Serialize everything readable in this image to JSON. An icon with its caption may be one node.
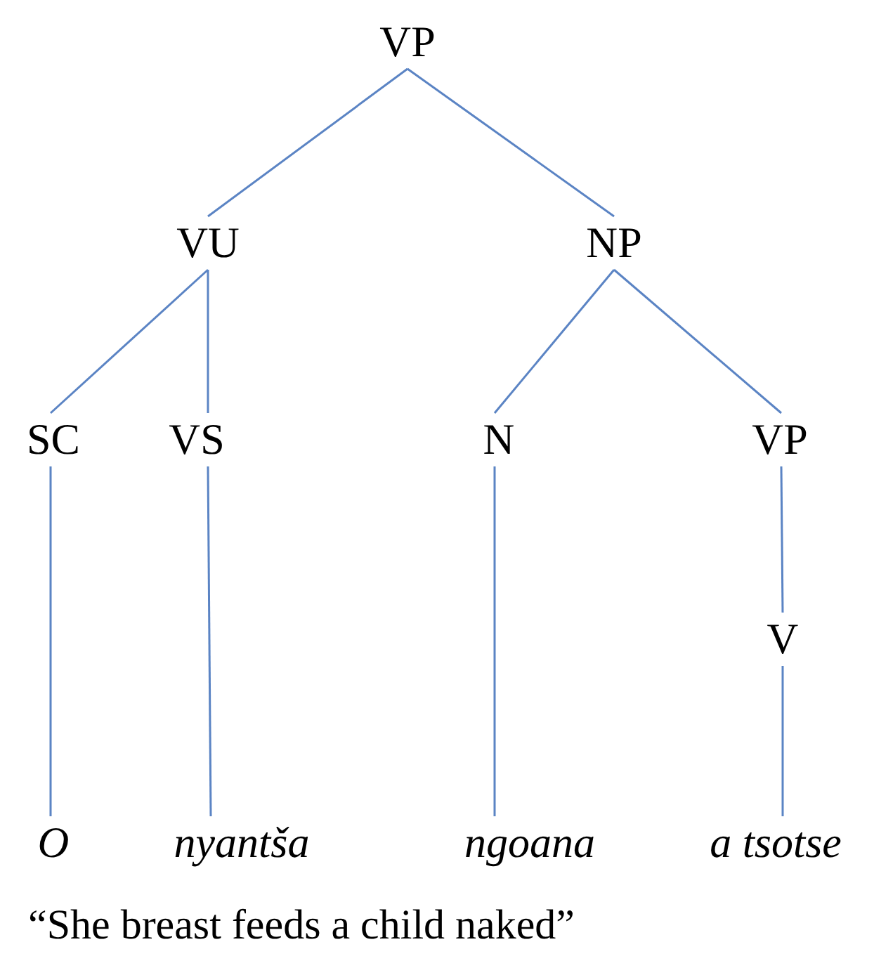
{
  "diagram": {
    "caption": "“She breast feeds a child naked”",
    "nodes": [
      {
        "text": [
          "VP"
        ]
      },
      {
        "text": [
          "VU"
        ]
      },
      {
        "text": [
          "NP"
        ]
      },
      {
        "text": [
          "SC"
        ]
      },
      {
        "text": [
          "VS"
        ]
      },
      {
        "text": [
          "N"
        ]
      },
      {
        "text": [
          "VP"
        ]
      },
      {
        "text": [
          "V"
        ]
      },
      {
        "text": [
          "O"
        ]
      },
      {
        "text": [
          "nyantša"
        ]
      },
      {
        "text": [
          "ngoana"
        ]
      },
      {
        "text": [
          "a tsotse"
        ]
      }
    ],
    "edges": [
      {
        "from": 0,
        "to": 1,
        "arrow": "none"
      },
      {
        "from": 0,
        "to": 2,
        "arrow": "none"
      },
      {
        "from": 1,
        "to": 3,
        "arrow": "none"
      },
      {
        "from": 1,
        "to": 4,
        "arrow": "none"
      },
      {
        "from": 2,
        "to": 5,
        "arrow": "none"
      },
      {
        "from": 2,
        "to": 6,
        "arrow": "none"
      },
      {
        "from": 3,
        "to": 8,
        "arrow": "none"
      },
      {
        "from": 4,
        "to": 9,
        "arrow": "none"
      },
      {
        "from": 5,
        "to": 10,
        "arrow": "none"
      },
      {
        "from": 6,
        "to": 7,
        "arrow": "none"
      },
      {
        "from": 7,
        "to": 11,
        "arrow": "none"
      }
    ]
  }
}
